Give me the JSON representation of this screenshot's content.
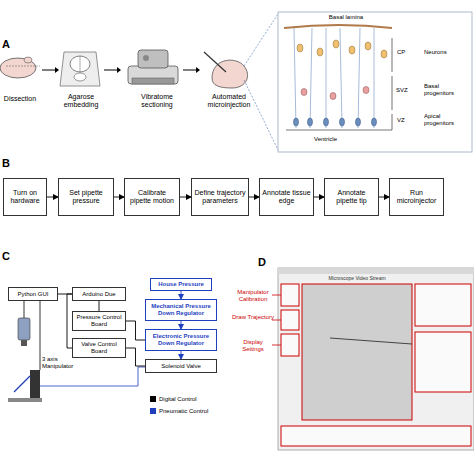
{
  "diagram": {
    "nodes": [
      {
        "text": [
          "Turn on hardware"
        ]
      },
      {
        "text": [
          "Set pipette pressure"
        ]
      },
      {
        "text": [
          "Calibrate pipette motion"
        ]
      },
      {
        "text": [
          "Define trajectory parameters"
        ]
      },
      {
        "text": [
          "Annotate tissue edge"
        ]
      },
      {
        "text": [
          "Annotate pipette tip"
        ]
      },
      {
        "text": [
          "Run microinjector"
        ]
      },
      {
        "text": [
          "Python GUI"
        ]
      },
      {
        "text": [
          "Arduino Due"
        ]
      },
      {
        "text": [
          "Pressure Control Board"
        ]
      },
      {
        "text": [
          "Valve Control Board"
        ]
      },
      {
        "text": [
          "House Pressure"
        ]
      },
      {
        "text": [
          "Mechanical Pressure Down Regulator"
        ]
      },
      {
        "text": [
          "Electronic Pressure Down Regulator"
        ]
      },
      {
        "text": [
          "Solenoid Valve"
        ]
      }
    ],
    "edges": [
      {
        "from": 0,
        "to": 1,
        "arrow": "to"
      },
      {
        "from": 1,
        "to": 2,
        "arrow": "to"
      },
      {
        "from": 2,
        "to": 3,
        "arrow": "to"
      },
      {
        "from": 3,
        "to": 4,
        "arrow": "to"
      },
      {
        "from": 4,
        "to": 5,
        "arrow": "to"
      },
      {
        "from": 5,
        "to": 6,
        "arrow": "to"
      },
      {
        "from": 7,
        "to": 8,
        "arrow": "none"
      },
      {
        "from": 8,
        "to": 9,
        "arrow": "none"
      },
      {
        "from": 8,
        "to": 10,
        "arrow": "none"
      },
      {
        "from": 9,
        "to": 13,
        "arrow": "none"
      },
      {
        "from": 10,
        "to": 14,
        "arrow": "none"
      },
      {
        "from": 11,
        "to": 12,
        "arrow": "to"
      },
      {
        "from": 12,
        "to": 13,
        "arrow": "to"
      },
      {
        "from": 13,
        "to": 14,
        "arrow": "to"
      }
    ],
    "labels": [
      "A",
      "Dissection",
      "Agarose embedding",
      "Vibratome sectioning",
      "Automated microinjection",
      "Basal lamina",
      "CP",
      "SVZ",
      "VZ",
      "Neurons",
      "Basal progenitors",
      "Apical progenitors",
      "Ventricle",
      "B",
      "C",
      "3 axis Manipulator",
      "D",
      "Manipulator Calibration",
      "Draw Trajectory",
      "Display Settings",
      "Microscope Video Stream"
    ],
    "legend": [
      {
        "text": "Digital Control",
        "color": "#000000"
      },
      {
        "text": "Pneumatic Control",
        "color": "#1f3fbf"
      }
    ]
  }
}
